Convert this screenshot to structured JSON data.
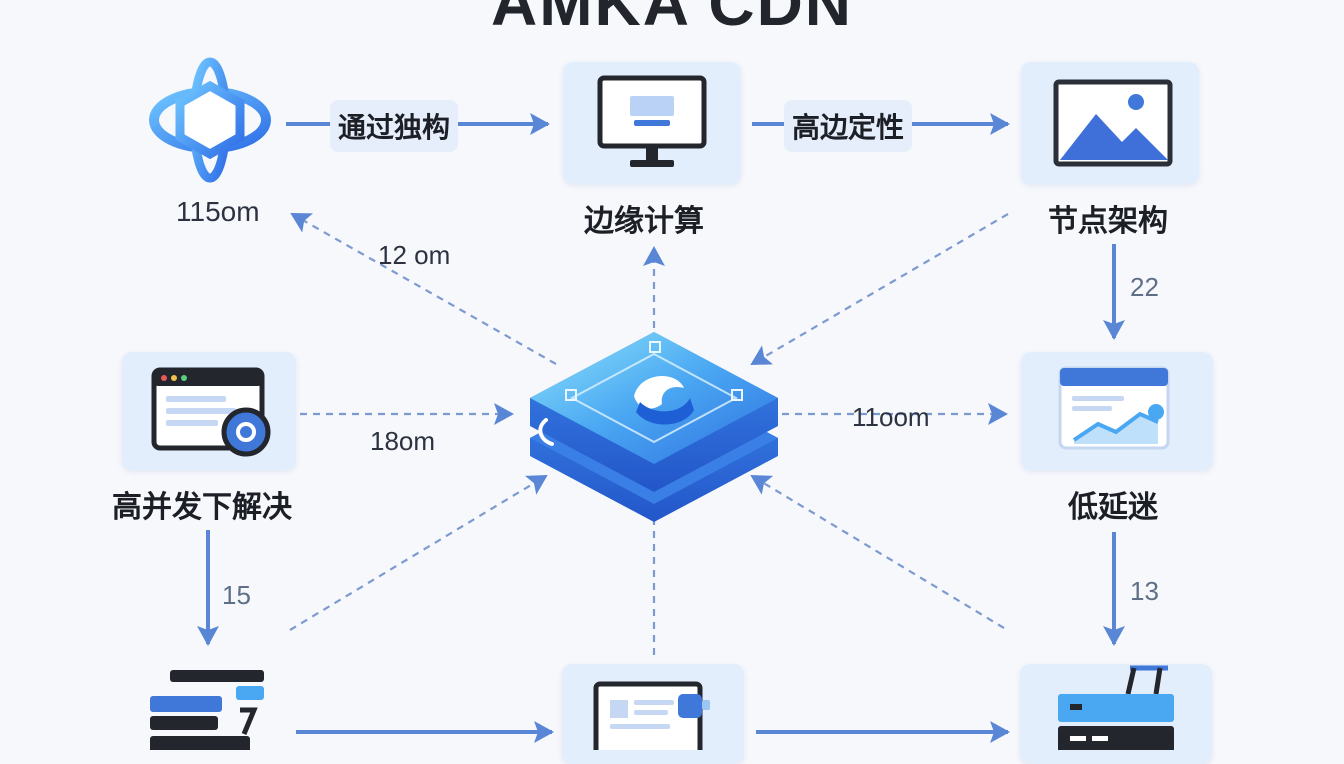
{
  "title": "AMKA CDN",
  "nodes": {
    "top_left": {
      "label": "115om",
      "icon": "hexagon-orbit-icon"
    },
    "top_center": {
      "label": "边缘计算",
      "icon": "monitor-icon"
    },
    "top_right": {
      "label": "节点架构",
      "icon": "image-landscape-icon"
    },
    "mid_left": {
      "label": "高并发下解决",
      "icon": "browser-window-icon"
    },
    "mid_right": {
      "label": "低延迷",
      "icon": "analytics-window-icon"
    },
    "center": {
      "icon": "cdn-hub-chip-icon"
    },
    "bottom_left": {
      "icon": "server-stack-icon"
    },
    "bottom_center": {
      "icon": "document-screen-icon"
    },
    "bottom_right": {
      "icon": "rack-server-icon"
    }
  },
  "edges": {
    "top_left_to_center_pill": "通过独构",
    "top_center_to_right_pill": "高边定性",
    "diag_top_left": "12 om",
    "mid_left_to_hub": "18om",
    "hub_to_mid_right": "11oom",
    "top_right_down": "22",
    "mid_left_down": "15",
    "mid_right_down": "13"
  },
  "colors": {
    "accent": "#3f78d8",
    "arrow": "#5a86d6",
    "tile": "#e3eefc",
    "text": "#1c1f26"
  }
}
